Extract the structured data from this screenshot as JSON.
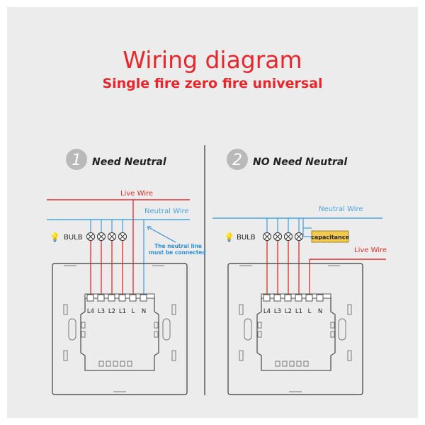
{
  "title": "Wiring diagram",
  "subtitle": "Single fire zero fire universal",
  "panel_left": {
    "number": "1",
    "heading": "Need Neutral",
    "live_wire": "Live Wire",
    "neutral_wire": "Neutral Wire",
    "bulb": "BULB",
    "note_line1": "The neutral line",
    "note_line2": "must be connected",
    "terminals": [
      "L4",
      "L3",
      "L2",
      "L1",
      "L",
      "N"
    ]
  },
  "panel_right": {
    "number": "2",
    "heading": "NO Need Neutral",
    "neutral_wire": "Neutral Wire",
    "live_wire": "Live Wire",
    "bulb": "BULB",
    "capacitance": "capacitance",
    "terminals": [
      "L4",
      "L3",
      "L2",
      "L1",
      "L",
      "N"
    ]
  },
  "colors": {
    "title_red": "#e8262b",
    "live_wire": "#e32b2b",
    "neutral_wire": "#4aa3e0",
    "capacitance_fill": "#f2c94c",
    "plate_outline": "#555555"
  }
}
